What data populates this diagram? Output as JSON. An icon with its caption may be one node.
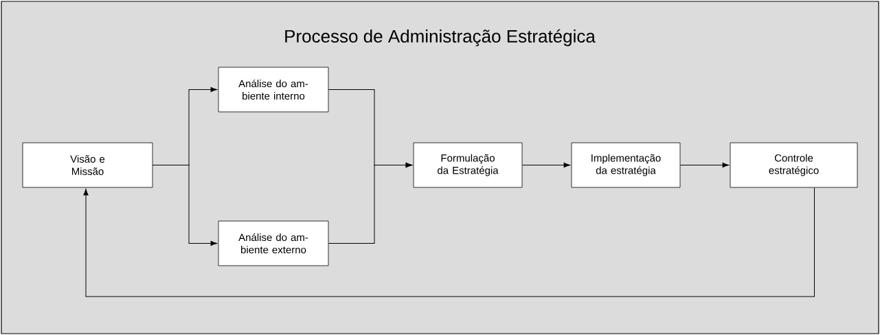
{
  "diagram": {
    "title": "Processo de Administração Estratégica",
    "nodes": [
      {
        "text": [
          "Visão e Missão"
        ]
      },
      {
        "text": [
          "Análise do am- biente interno"
        ]
      },
      {
        "text": [
          "Análise do am- biente externo"
        ]
      },
      {
        "text": [
          "Formulação da Estratégia"
        ]
      },
      {
        "text": [
          "Implementação da estratégia"
        ]
      },
      {
        "text": [
          "Controle estratégico"
        ]
      }
    ],
    "edges": [
      {
        "from": 0,
        "to": 1,
        "arrow": "to"
      },
      {
        "from": 0,
        "to": 2,
        "arrow": "to"
      },
      {
        "from": 1,
        "to": 3,
        "arrow": "to"
      },
      {
        "from": 2,
        "to": 3,
        "arrow": "to"
      },
      {
        "from": 3,
        "to": 4,
        "arrow": "to"
      },
      {
        "from": 4,
        "to": 5,
        "arrow": "to"
      },
      {
        "from": 5,
        "to": 0,
        "arrow": "to"
      }
    ]
  }
}
